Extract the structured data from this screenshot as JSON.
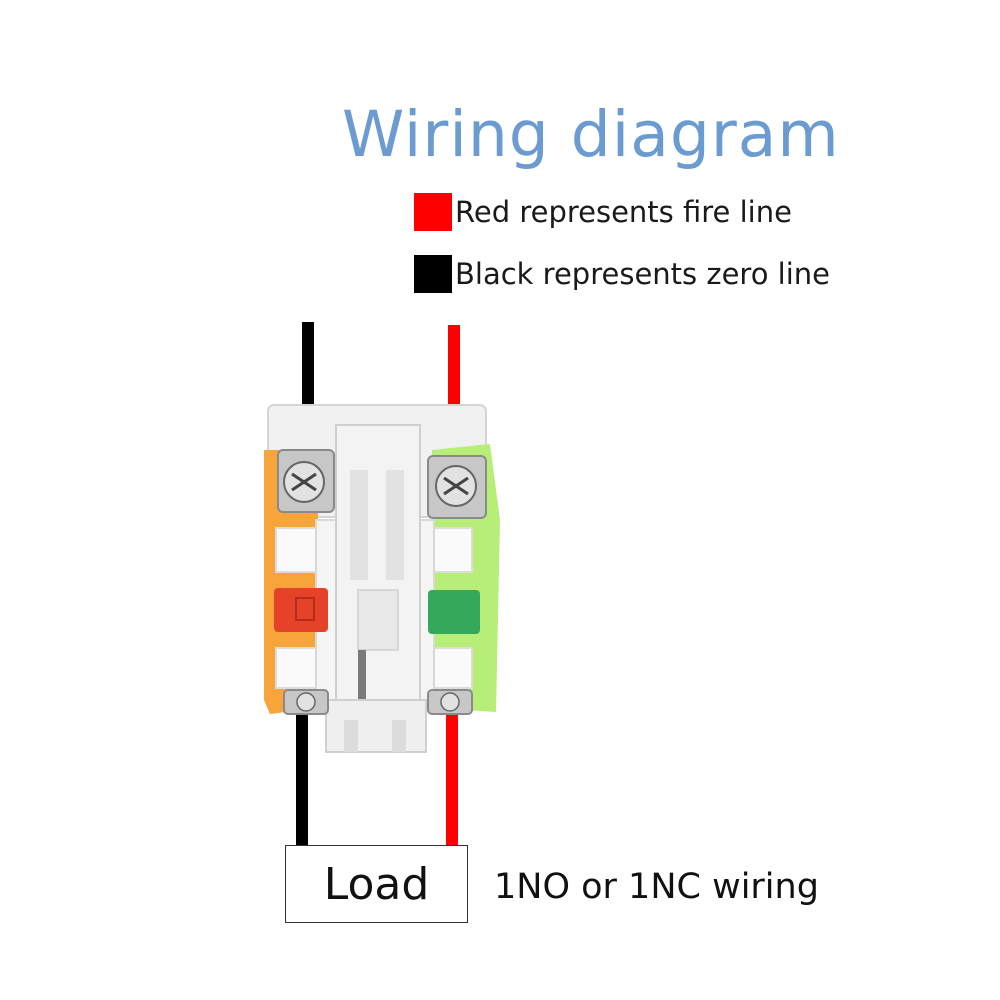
{
  "title": "Wiring diagram",
  "legend": [
    {
      "color": "#ff0000",
      "text": "Red represents fire line"
    },
    {
      "color": "#000000",
      "text": "Black represents zero line"
    }
  ],
  "load_label": "Load",
  "caption": "1NO or 1NC wiring",
  "colors": {
    "title": "#6b9bd0",
    "fire_wire": "#ff0000",
    "zero_wire": "#000000",
    "nc_contact_block": "#f7a53a",
    "no_contact_block": "#b6ee77",
    "nc_button": "#e5422a",
    "no_button": "#36a85a"
  },
  "icons": [
    "screw-terminal-icon",
    "contact-block-icon"
  ]
}
